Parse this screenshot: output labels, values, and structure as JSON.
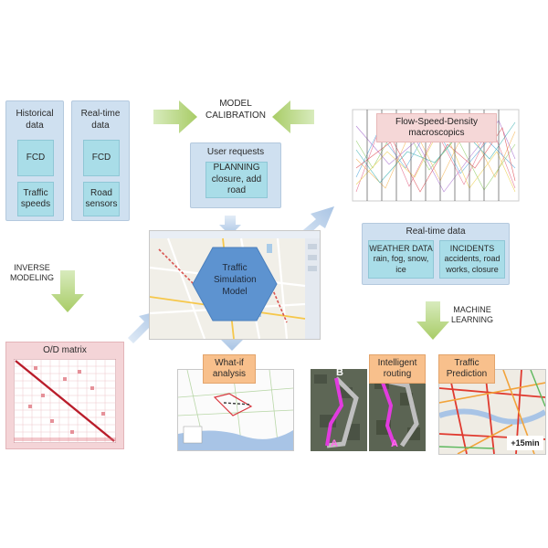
{
  "sources": {
    "historical": {
      "title": "Historical data",
      "items": [
        "FCD",
        "Traffic speeds"
      ]
    },
    "realtime": {
      "title": "Real-time data",
      "items": [
        "FCD",
        "Road sensors"
      ]
    }
  },
  "calibration": {
    "label": "MODEL CALIBRATION"
  },
  "user_requests": {
    "title": "User requests",
    "item": "PLANNING closure, add road"
  },
  "flow": {
    "title": "Flow-Speed-Density macroscopics"
  },
  "realtime_data": {
    "title": "Real-time data",
    "weather": "WEATHER DATA rain, fog, snow, ice",
    "incidents": "INCIDENTS accidents, road works, closure"
  },
  "inverse": {
    "label": "INVERSE MODELING"
  },
  "model": {
    "label": "Traffic Simulation Model"
  },
  "ml": {
    "label": "MACHINE LEARNING"
  },
  "od": {
    "title": "O/D matrix"
  },
  "whatif": {
    "label": "What-if analysis"
  },
  "routing": {
    "label": "Intelligent routing",
    "point_a": "A",
    "point_b": "B"
  },
  "prediction": {
    "label": "Traffic Prediction",
    "badge": "+15min"
  },
  "colors": {
    "panel": "#cfe0f0",
    "chip": "#a9dde8",
    "arrow": "#a8cc66",
    "hexagon": "#5d93d0",
    "orange": "#f8c08c",
    "od_panel": "#f4d4d7"
  }
}
